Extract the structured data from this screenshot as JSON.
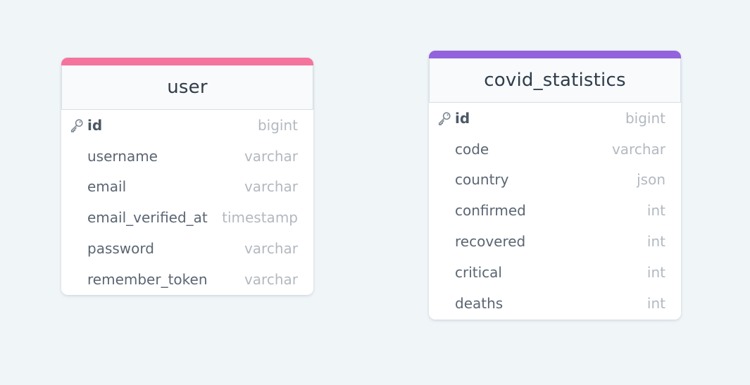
{
  "colors": {
    "background": "#f0f5f8",
    "user_accent": "#f4749c",
    "covid_accent": "#9263dd"
  },
  "tables": {
    "user": {
      "name": "user",
      "fields": [
        {
          "name": "id",
          "type": "bigint",
          "primary_key": true
        },
        {
          "name": "username",
          "type": "varchar"
        },
        {
          "name": "email",
          "type": "varchar"
        },
        {
          "name": "email_verified_at",
          "type": "timestamp"
        },
        {
          "name": "password",
          "type": "varchar"
        },
        {
          "name": "remember_token",
          "type": "varchar"
        }
      ]
    },
    "covid_statistics": {
      "name": "covid_statistics",
      "fields": [
        {
          "name": "id",
          "type": "bigint",
          "primary_key": true
        },
        {
          "name": "code",
          "type": "varchar"
        },
        {
          "name": "country",
          "type": "json"
        },
        {
          "name": "confirmed",
          "type": "int"
        },
        {
          "name": "recovered",
          "type": "int"
        },
        {
          "name": "critical",
          "type": "int"
        },
        {
          "name": "deaths",
          "type": "int"
        }
      ]
    }
  },
  "icons": {
    "primary_key": "key-icon"
  }
}
